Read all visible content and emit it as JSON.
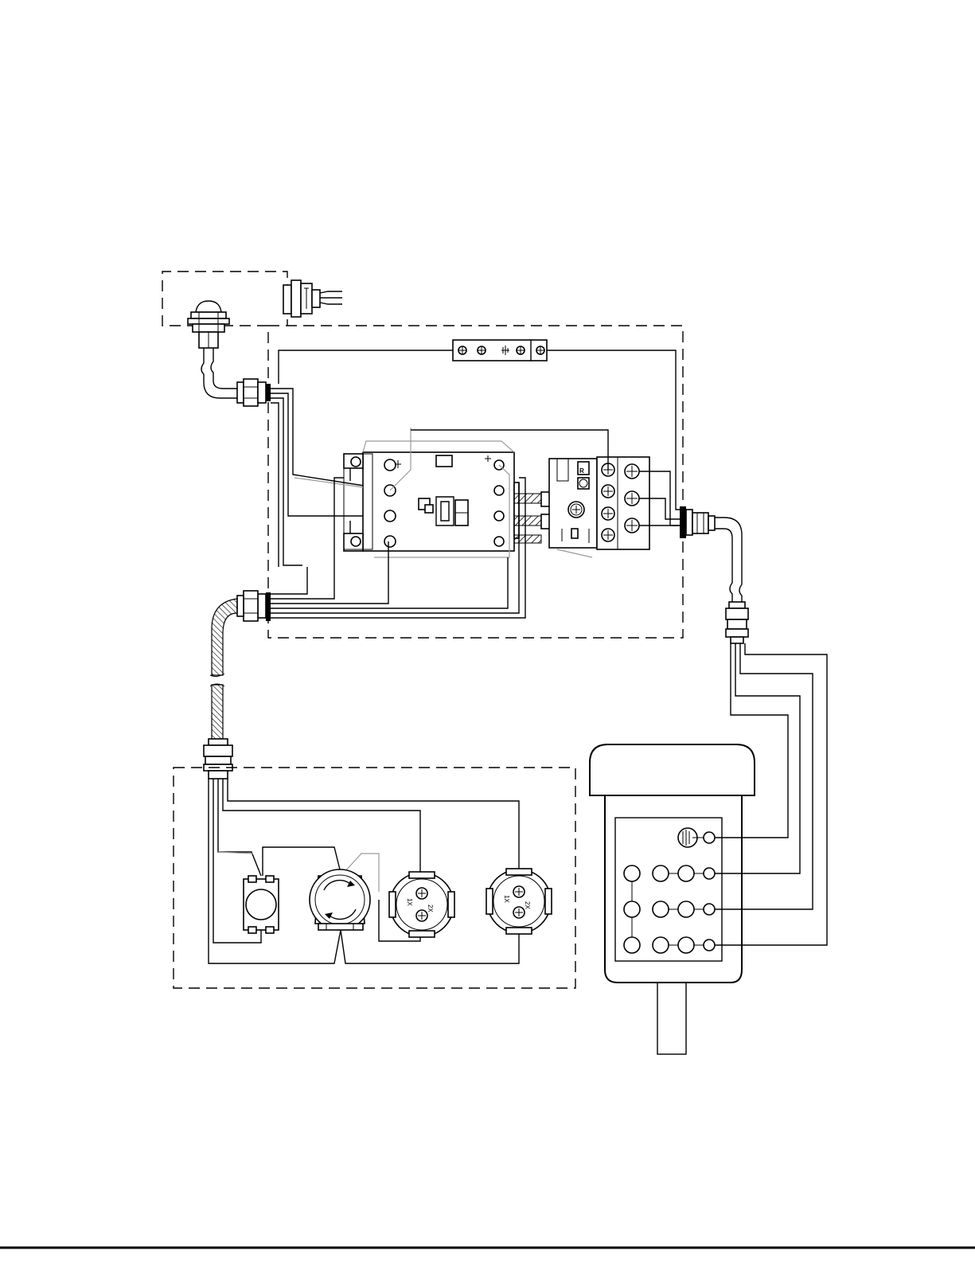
{
  "relay": {
    "letter": "R"
  },
  "buttons": {
    "mark1": "1X",
    "mark2": "2X"
  },
  "page": {
    "footer_rule": true
  }
}
